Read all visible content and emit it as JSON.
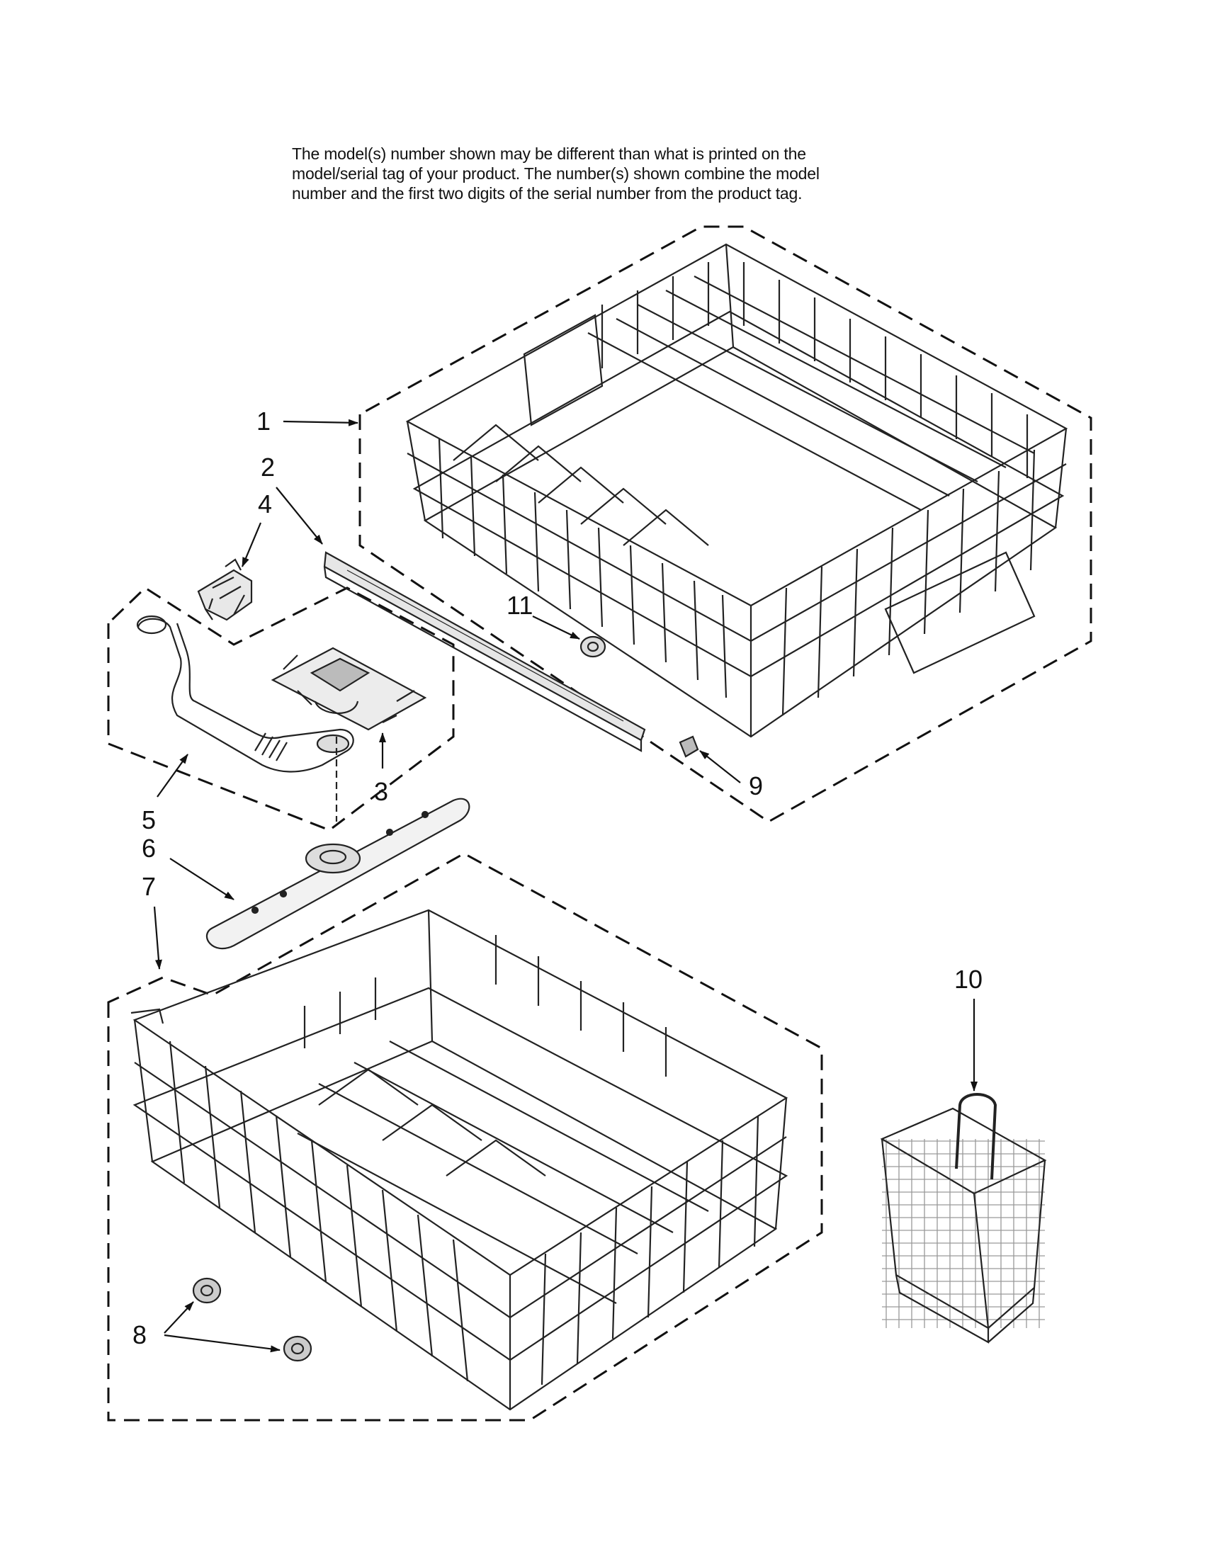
{
  "note": {
    "line1": "The model(s) number shown may be different than what is printed on the",
    "line2": "model/serial tag of your product. The number(s) shown combine the model",
    "line3": "number and the first two digits of the serial number from the product tag."
  },
  "callouts": {
    "c1": "1",
    "c2": "2",
    "c3": "3",
    "c4": "4",
    "c5": "5",
    "c6": "6",
    "c7": "7",
    "c8": "8",
    "c9": "9",
    "c10": "10",
    "c11": "11"
  },
  "colors": {
    "line": "#111111",
    "background": "#ffffff"
  }
}
